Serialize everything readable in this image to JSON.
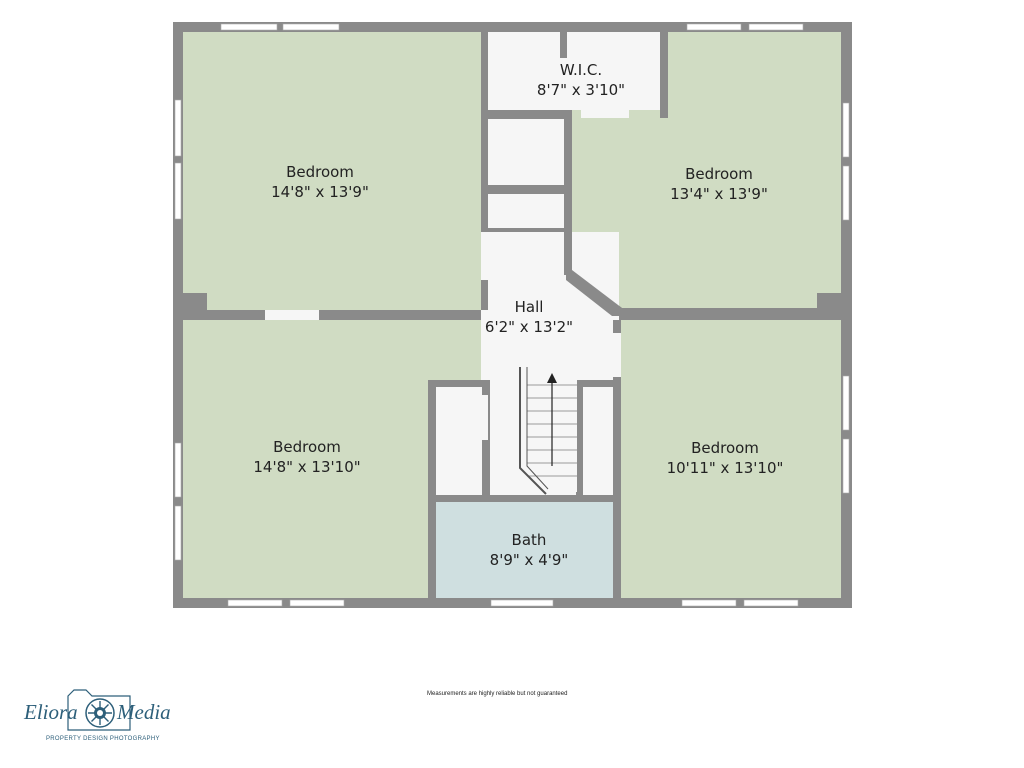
{
  "rooms": {
    "bedroom_nw": {
      "name": "Bedroom",
      "size": "14'8\" x 13'9\""
    },
    "wic": {
      "name": "W.I.C.",
      "size": "8'7\" x 3'10\""
    },
    "bedroom_ne": {
      "name": "Bedroom",
      "size": "13'4\" x 13'9\""
    },
    "hall": {
      "name": "Hall",
      "size": "6'2\" x 13'2\""
    },
    "bedroom_sw": {
      "name": "Bedroom",
      "size": "14'8\" x 13'10\""
    },
    "bedroom_se": {
      "name": "Bedroom",
      "size": "10'11\" x 13'10\""
    },
    "bath": {
      "name": "Bath",
      "size": "8'9\" x 4'9\""
    }
  },
  "colors": {
    "wall": "#8a8a8a",
    "bedroom": "#d0dcc3",
    "bath": "#cfdfe0",
    "hall": "#f6f6f6",
    "window": "#ffffff",
    "logo": "#2d5f7a"
  },
  "disclaimer": "Measurements are highly reliable but not guaranteed",
  "logo": {
    "left": "Eliora",
    "right": "Media",
    "tagline": "PROPERTY DESIGN PHOTOGRAPHY"
  }
}
